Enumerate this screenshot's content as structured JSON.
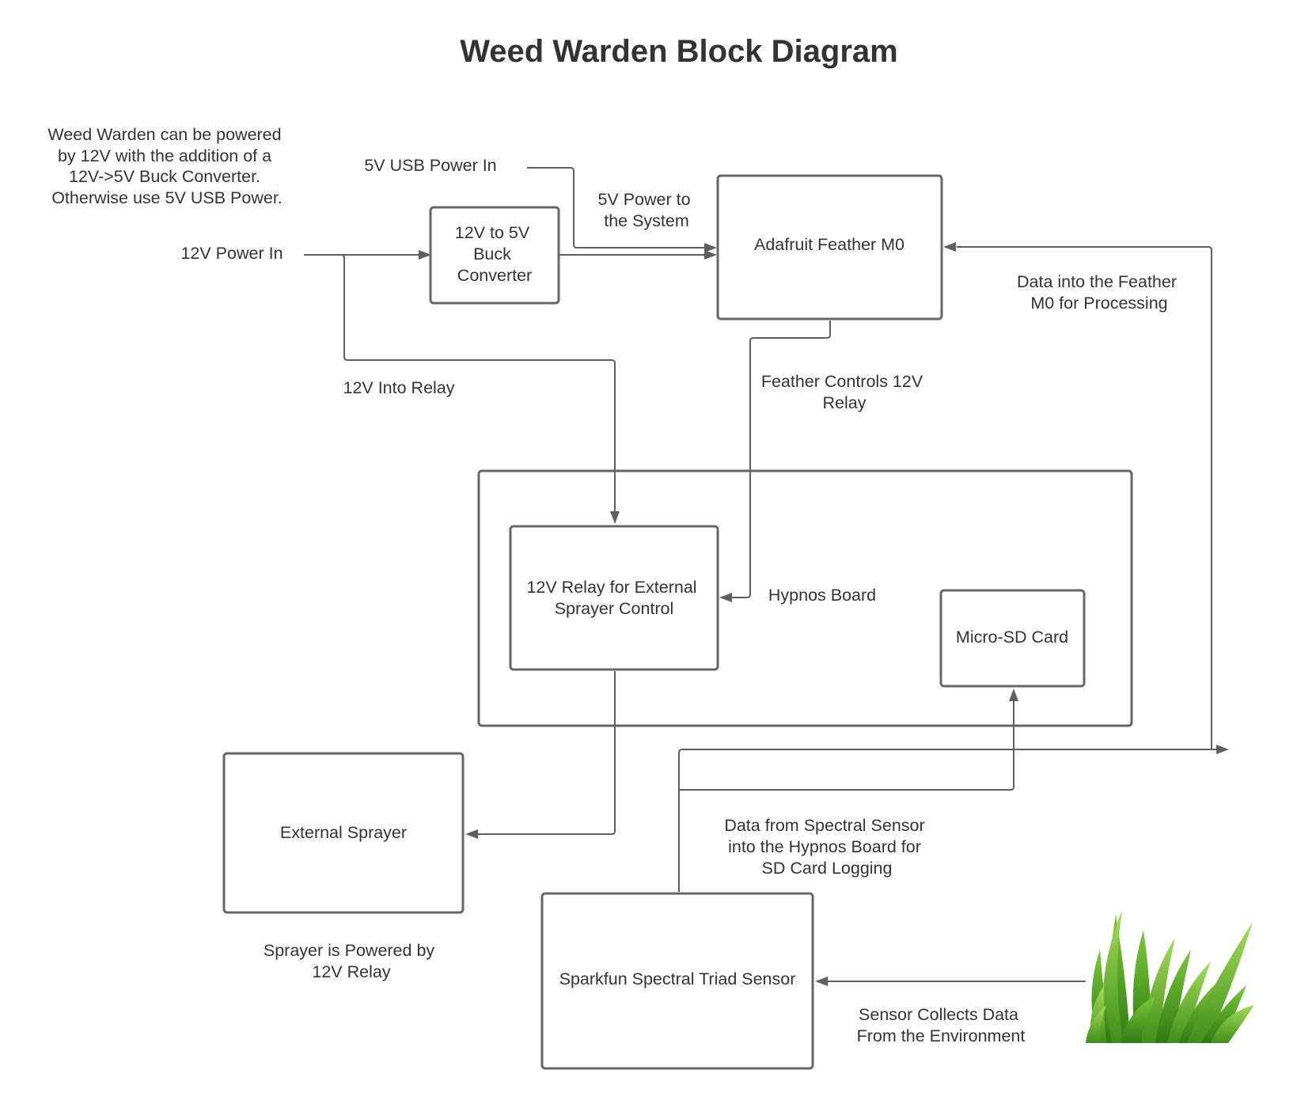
{
  "title": "Weed Warden Block Diagram",
  "blocks": {
    "buck": [
      "12V to 5V",
      "Buck",
      "Converter"
    ],
    "feather": [
      "Adafruit Feather M0"
    ],
    "hypnos": [
      "Hypnos Board"
    ],
    "relay": [
      "12V Relay for External",
      "Sprayer Control"
    ],
    "sd": [
      "Micro-SD Card"
    ],
    "sprayer": [
      "External Sprayer"
    ],
    "sensor": [
      "Sparkfun Spectral Triad Sensor"
    ]
  },
  "notes": {
    "power_note": [
      "Weed Warden can be powered",
      "by 12V with the addition of a",
      "12V->5V Buck Converter.",
      "Otherwise use 5V USB Power."
    ],
    "power_12v_in": [
      "12V Power In"
    ],
    "power_5v_usb_in": [
      "5V USB Power In"
    ],
    "power_to_system": [
      "5V Power to",
      "the System"
    ],
    "relay_12v_in": [
      "12V Into Relay"
    ],
    "feather_controls": [
      "Feather Controls 12V",
      "Relay"
    ],
    "data_into_feather": [
      "Data into the Feather",
      "M0 for Processing"
    ],
    "data_to_hypnos": [
      "Data from Spectral Sensor",
      "into the Hypnos Board for",
      "SD Card Logging"
    ],
    "sprayer_power": [
      "Sprayer is Powered by",
      "12V Relay"
    ],
    "sensor_collects": [
      "Sensor Collects Data",
      "From the Environment"
    ]
  },
  "colors": {
    "line": "#5f5f5f",
    "box_border": "#666666",
    "text": "#333333",
    "grass_dark": "#4e9e1f",
    "grass_light": "#8cd14a"
  },
  "icons": {
    "environment": "grass-icon"
  }
}
